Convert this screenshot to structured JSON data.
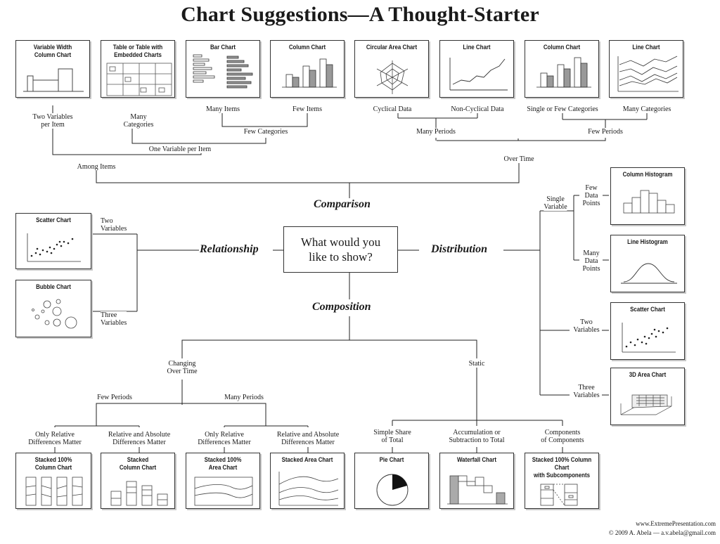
{
  "title": "Chart Suggestions—A Thought-Starter",
  "center_question": [
    "What would you",
    "like to show?"
  ],
  "hubs": {
    "comparison": "Comparison",
    "relationship": "Relationship",
    "distribution": "Distribution",
    "composition": "Composition"
  },
  "boxes": {
    "variable_width": "Variable Width\nColumn Chart",
    "table_embedded": "Table or Table with\nEmbedded Charts",
    "bar_chart": "Bar Chart",
    "column_chart_few": "Column Chart",
    "circular_area": "Circular Area Chart",
    "line_chart_noncyclical": "Line Chart",
    "column_chart_time": "Column Chart",
    "line_chart_many": "Line Chart",
    "scatter_rel": "Scatter Chart",
    "bubble": "Bubble Chart",
    "column_histogram": "Column Histogram",
    "line_histogram": "Line Histogram",
    "scatter_dist": "Scatter Chart",
    "area_3d": "3D Area Chart",
    "stacked100_column": "Stacked 100%\nColumn Chart",
    "stacked_column": "Stacked\nColumn Chart",
    "stacked100_area": "Stacked 100%\nArea Chart",
    "stacked_area": "Stacked Area Chart",
    "pie": "Pie Chart",
    "waterfall": "Waterfall Chart",
    "stacked100_sub": "Stacked 100% Column Chart\nwith Subcomponents"
  },
  "labels": {
    "two_vars_per_item": "Two Variables\nper Item",
    "many_categories_left": "Many\nCategories",
    "many_items": "Many Items",
    "few_items": "Few Items",
    "cyclical": "Cyclical Data",
    "non_cyclical": "Non-Cyclical Data",
    "single_few_categories": "Single or Few Categories",
    "many_categories_right": "Many Categories",
    "few_categories": "Few Categories",
    "one_variable_per_item": "One Variable per Item",
    "many_periods_top": "Many Periods",
    "few_periods_top": "Few Periods",
    "among_items": "Among Items",
    "over_time": "Over Time",
    "two_variables_rel": "Two\nVariables",
    "three_variables_rel": "Three\nVariables",
    "single_variable": "Single\nVariable",
    "few_data_points": "Few\nData\nPoints",
    "many_data_points": "Many\nData\nPoints",
    "two_variables_dist": "Two\nVariables",
    "three_variables_dist": "Three\nVariables",
    "changing_over_time": "Changing\nOver Time",
    "static": "Static",
    "few_periods_bottom": "Few Periods",
    "many_periods_bottom": "Many Periods",
    "only_relative_1": "Only Relative\nDifferences Matter",
    "relative_absolute_1": "Relative and Absolute\nDifferences Matter",
    "only_relative_2": "Only Relative\nDifferences Matter",
    "relative_absolute_2": "Relative and Absolute\nDifferences Matter",
    "simple_share": "Simple Share\nof Total",
    "accumulation": "Accumulation or\nSubtraction to Total",
    "components": "Components\nof Components"
  },
  "footer": {
    "website": "www.ExtremePresentation.com",
    "copyright": "© 2009  A. Abela — a.v.abela@gmail.com"
  }
}
